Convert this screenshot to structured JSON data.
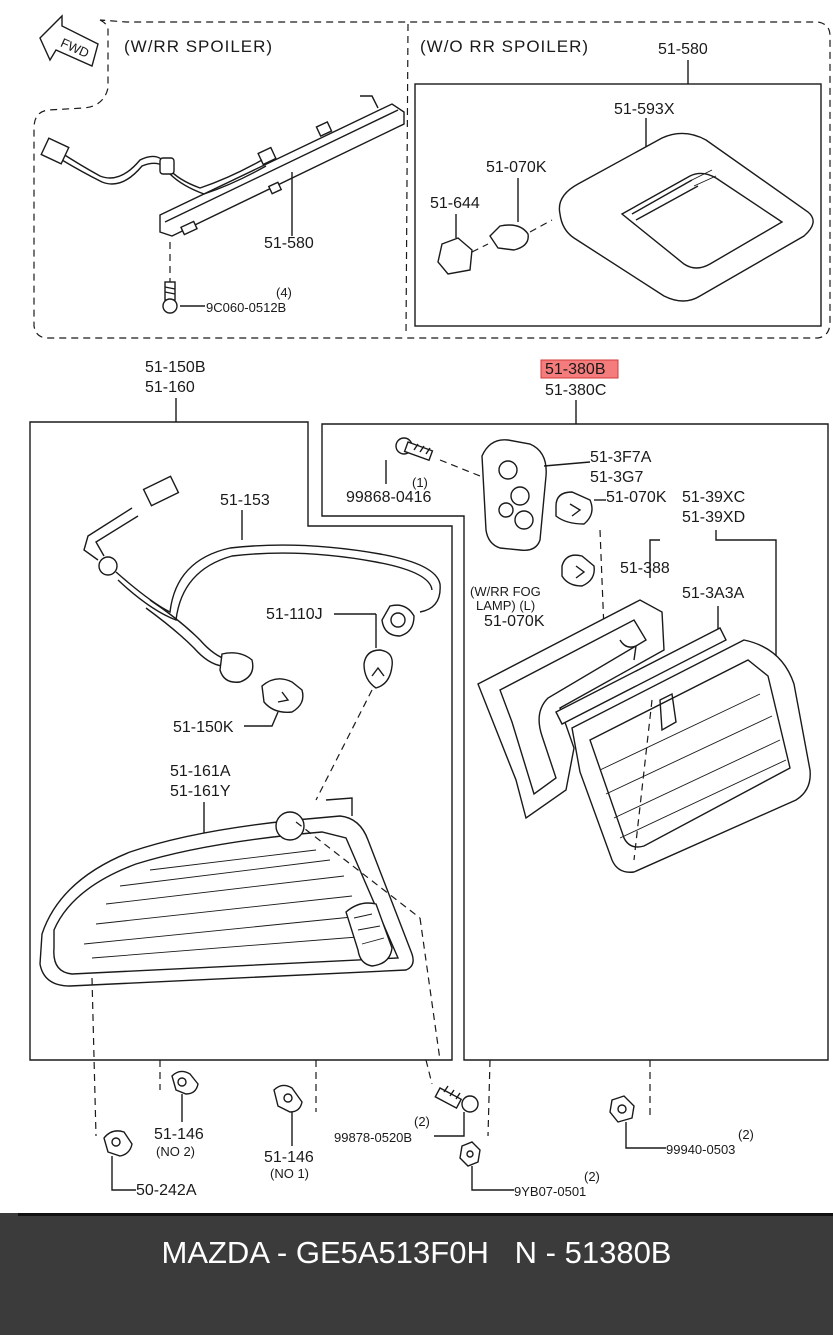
{
  "diagram": {
    "fwd_label": "FWD",
    "sections": {
      "with_spoiler": "(W/RR  SPOILER)",
      "without_spoiler": "(W/O  RR  SPOILER)"
    },
    "labels": {
      "p_51580_top": "51-580",
      "p_51593x": "51-593X",
      "p_51070k_top": "51-070K",
      "p_51644": "51-644",
      "p_51580_left": "51-580",
      "p_9c060_qty": "(4)",
      "p_9c060": "9C060-0512B",
      "p_51150b": "51-150B",
      "p_51160": "51-160",
      "p_51380b": "51-380B",
      "p_51380c": "51-380C",
      "p_51153": "51-153",
      "p_51110j": "51-110J",
      "p_51150k": "51-150K",
      "p_51161a": "51-161A",
      "p_51161y": "51-161Y",
      "p_99868_qty": "(1)",
      "p_99868": "99868-0416",
      "p_513f7a": "51-3F7A",
      "p_513g7": "51-3G7",
      "p_51070k_right": "51-070K",
      "p_5139xc": "51-39XC",
      "p_5139xd": "51-39XD",
      "p_fog_1": "(W/RR   FOG",
      "p_fog_2": "LAMP)  (L)",
      "p_51070k_fog": "51-070K",
      "p_51388": "51-388",
      "p_513a3a": "51-3A3A",
      "p_51146_no2": "51-146",
      "p_no2": "(NO 2)",
      "p_51146_no1": "51-146",
      "p_no1": "(NO 1)",
      "p_50242a": "50-242A",
      "p_99878_qty": "(2)",
      "p_99878": "99878-0520B",
      "p_99940_qty": "(2)",
      "p_99940": "99940-0503",
      "p_9yb07_qty": "(2)",
      "p_9yb07": "9YB07-0501"
    },
    "highlighted_part": "51-380B",
    "highlight_color": "#f47c7c"
  },
  "footer": {
    "text": "MAZDA - GE5A513F0H   N - 51380B",
    "background": "#3b3b3b",
    "text_color": "#ffffff"
  }
}
